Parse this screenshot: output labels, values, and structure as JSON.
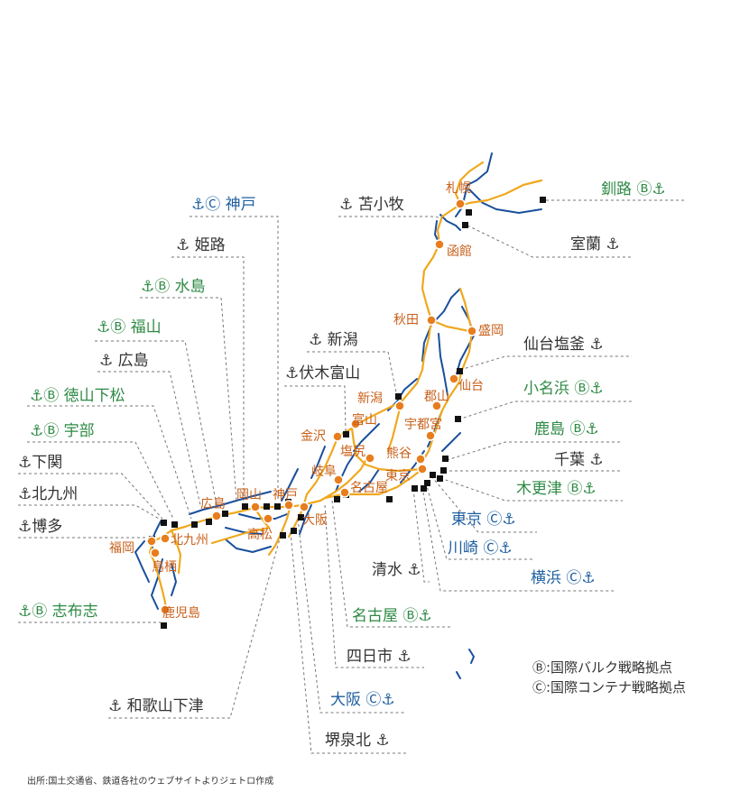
{
  "ports": [
    {
      "name": "kobe",
      "label": "⚓Ⓒ 神戸",
      "class": "blue"
    },
    {
      "name": "himeji",
      "label": "⚓ 姫路",
      "class": "black"
    },
    {
      "name": "mizushima",
      "label": "⚓Ⓑ 水島",
      "class": "green"
    },
    {
      "name": "fukuyama",
      "label": "⚓Ⓑ 福山",
      "class": "green"
    },
    {
      "name": "hiroshima",
      "label": "⚓ 広島",
      "class": "black"
    },
    {
      "name": "tokuyama",
      "label": "⚓Ⓑ 徳山下松",
      "class": "green"
    },
    {
      "name": "ube",
      "label": "⚓Ⓑ 宇部",
      "class": "green"
    },
    {
      "name": "shimonoseki",
      "label": "⚓下関",
      "class": "black"
    },
    {
      "name": "kitakyushu",
      "label": "⚓北九州",
      "class": "black"
    },
    {
      "name": "hakata",
      "label": "⚓博多",
      "class": "black"
    },
    {
      "name": "shibushi",
      "label": "⚓Ⓑ 志布志",
      "class": "green"
    },
    {
      "name": "wakayama",
      "label": "⚓ 和歌山下津",
      "class": "black"
    },
    {
      "name": "tomakomai",
      "label": "⚓ 苫小牧",
      "class": "black"
    },
    {
      "name": "kushiro",
      "label": "釧路 Ⓑ⚓",
      "class": "green"
    },
    {
      "name": "muroran",
      "label": "室蘭 ⚓",
      "class": "black"
    },
    {
      "name": "niigata",
      "label": "⚓ 新潟",
      "class": "black"
    },
    {
      "name": "fushiki",
      "label": "⚓伏木富山",
      "class": "black"
    },
    {
      "name": "sendai",
      "label": "仙台塩釜 ⚓",
      "class": "black"
    },
    {
      "name": "onahama",
      "label": "小名浜 Ⓑ⚓",
      "class": "green"
    },
    {
      "name": "kashima",
      "label": "鹿島 Ⓑ⚓",
      "class": "green"
    },
    {
      "name": "chiba",
      "label": "千葉 ⚓",
      "class": "black"
    },
    {
      "name": "kisarazu",
      "label": "木更津 Ⓑ⚓",
      "class": "green"
    },
    {
      "name": "tokyo",
      "label": "東京 Ⓒ⚓",
      "class": "blue"
    },
    {
      "name": "kawasaki",
      "label": "川崎 Ⓒ⚓",
      "class": "blue"
    },
    {
      "name": "yokohama",
      "label": "横浜 Ⓒ⚓",
      "class": "blue"
    },
    {
      "name": "shimizu",
      "label": "清水 ⚓",
      "class": "black"
    },
    {
      "name": "nagoya",
      "label": "名古屋 Ⓑ⚓",
      "class": "green"
    },
    {
      "name": "yokkaichi",
      "label": "四日市 ⚓",
      "class": "black"
    },
    {
      "name": "osaka",
      "label": "大阪 Ⓒ⚓",
      "class": "blue"
    },
    {
      "name": "sakai",
      "label": "堺泉北 ⚓",
      "class": "black"
    }
  ],
  "cities": [
    "札幌",
    "函館",
    "秋田",
    "盛岡",
    "仙台",
    "新潟",
    "郡山",
    "宇都宮",
    "富山",
    "金沢",
    "熊谷",
    "塩尻",
    "東京",
    "岐阜",
    "名古屋",
    "広島",
    "岡山",
    "神戸",
    "大阪",
    "高松",
    "北九州",
    "福岡",
    "鳥栖",
    "鹿児島"
  ],
  "legend": {
    "bulk": "Ⓑ:国際バルク戦略拠点",
    "container": "Ⓒ:国際コンテナ戦略拠点"
  },
  "source": "出所:国土交通省、鉄道各社のウェブサイトよりジェトロ作成",
  "colors": {
    "rail": "#f0a81e",
    "river": "#1a4f9c",
    "city": "#e87d1e",
    "green_label": "#2e8a45",
    "blue_label": "#1f5fa0"
  }
}
